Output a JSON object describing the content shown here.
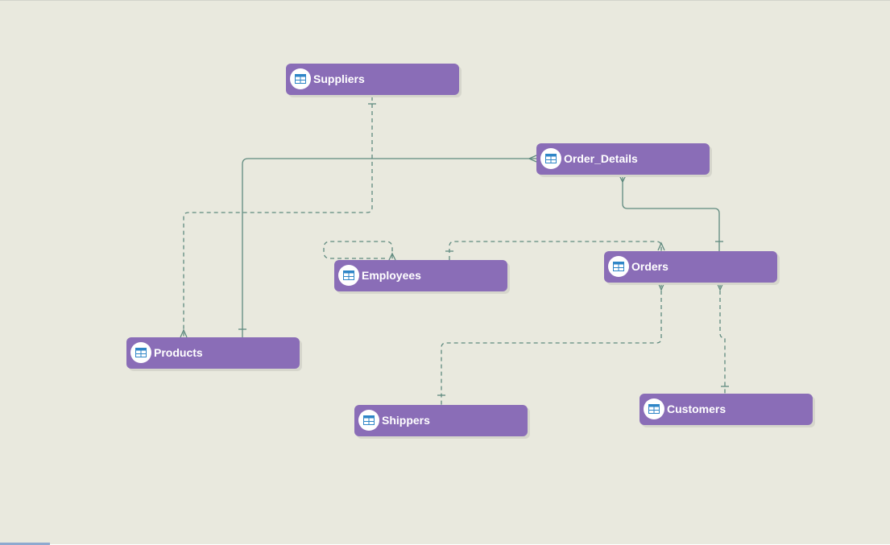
{
  "entities": {
    "suppliers": "Suppliers",
    "order_details": "Order_Details",
    "employees": "Employees",
    "orders": "Orders",
    "products": "Products",
    "shippers": "Shippers",
    "customers": "Customers"
  },
  "entity_icon": "table-icon",
  "colors": {
    "canvas": "#e9e9de",
    "entity_fill": "#8a6db7",
    "connector": "#5f8a7f",
    "icon": "#2f86c7"
  }
}
